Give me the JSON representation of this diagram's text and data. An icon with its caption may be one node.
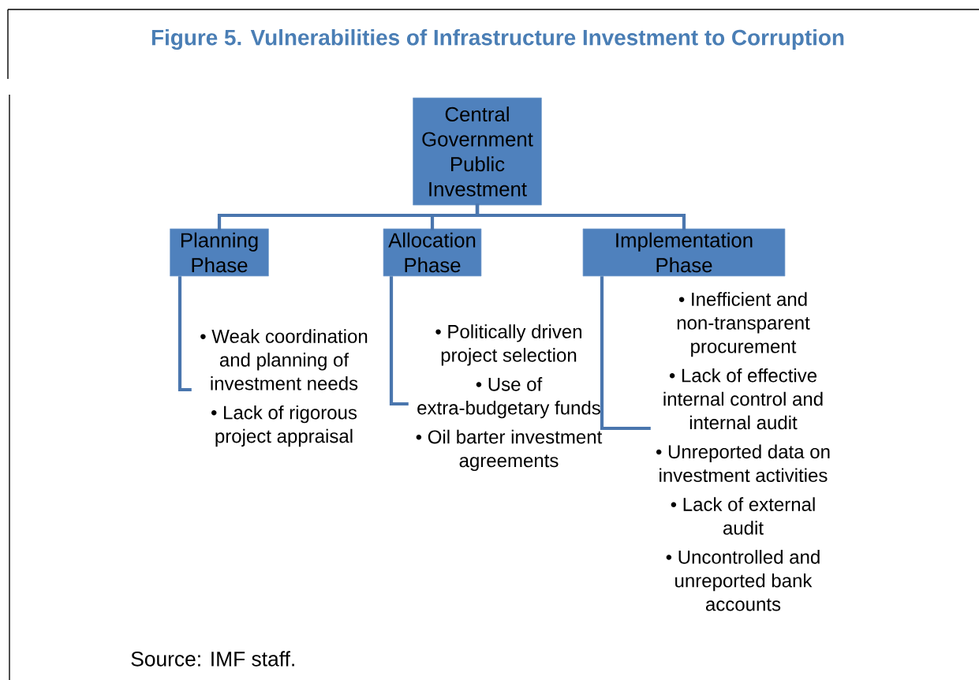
{
  "diagram": {
    "title": "Figure 5. Vulnerabilities of Infrastructure Investment to Corruption",
    "nodes": [
      {
        "text": [
          "Central Government Public Investment"
        ]
      },
      {
        "text": [
          "Planning Phase"
        ]
      },
      {
        "text": [
          "Allocation Phase"
        ]
      },
      {
        "text": [
          "Implementation Phase"
        ]
      },
      {
        "text": [
          "• Weak coordination and planning of investment needs",
          "• Lack of rigorous project appraisal"
        ]
      },
      {
        "text": [
          "• Politically driven project selection",
          "• Use of extra-budgetary funds",
          "• Oil barter investment agreements"
        ]
      },
      {
        "text": [
          "• Inefficient and non-transparent procurement",
          "• Lack of effective internal control and internal audit",
          "• Unreported data on investment activities",
          "• Lack of external audit",
          "• Uncontrolled and unreported bank accounts"
        ]
      }
    ],
    "edges": [
      {
        "from": 0,
        "to": 1,
        "arrow": "none"
      },
      {
        "from": 0,
        "to": 2,
        "arrow": "none"
      },
      {
        "from": 0,
        "to": 3,
        "arrow": "none"
      },
      {
        "from": 1,
        "to": 4,
        "arrow": "none"
      },
      {
        "from": 2,
        "to": 5,
        "arrow": "none"
      },
      {
        "from": 3,
        "to": 6,
        "arrow": "none"
      }
    ],
    "labels": [
      "Source:  IMF staff."
    ]
  }
}
